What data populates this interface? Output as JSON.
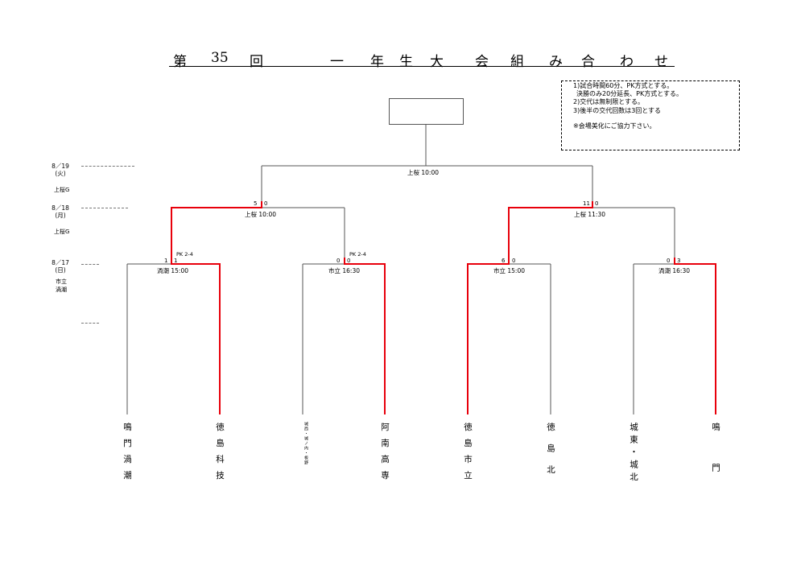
{
  "title": {
    "chars": [
      "第",
      "35",
      "回",
      "一",
      "年",
      "生",
      "大",
      "会",
      "組",
      "み",
      "合",
      "わ",
      "せ"
    ]
  },
  "notes": {
    "line1": "1)試合時間60分、PK方式とする。",
    "line2": "決勝のみ20分延長、PK方式とする。",
    "line3": "2)交代は無制限とする。",
    "line4": "3)後半の交代回数は3回とする",
    "line5": "※会場美化にご協力下さい。"
  },
  "schedule": {
    "day3": {
      "date": "8／19",
      "weekday": "(火)",
      "venue": "上桜G"
    },
    "day2": {
      "date": "8／18",
      "weekday": "(月)",
      "venue": "上桜G"
    },
    "day1": {
      "date": "8／17",
      "weekday": "(日)",
      "venue1": "市立",
      "venue2": "渦潮"
    }
  },
  "final": {
    "label": "上桜 10:00"
  },
  "semifinals": [
    {
      "label": "上桜 10:00",
      "score_left": "5",
      "score_right": "0"
    },
    {
      "label": "上桜 11:30",
      "score_left": "11",
      "score_right": "0"
    }
  ],
  "quarterfinals": [
    {
      "label": "渦潮 15:00",
      "score_left": "1",
      "score_right": "1",
      "pk": "PK 2-4"
    },
    {
      "label": "市立 16:30",
      "score_left": "0",
      "score_right": "0",
      "pk": "PK 2-4"
    },
    {
      "label": "市立 15:00",
      "score_left": "6",
      "score_right": "0",
      "pk": ""
    },
    {
      "label": "渦潮 16:30",
      "score_left": "0",
      "score_right": "3",
      "pk": ""
    }
  ],
  "teams": [
    {
      "name": "鳴門渦潮",
      "winner": false
    },
    {
      "name": "徳島科技",
      "winner": true
    },
    {
      "name": "城西・城ノ内・板野",
      "winner": false
    },
    {
      "name": "阿南高専",
      "winner": true
    },
    {
      "name": "徳島市立",
      "winner": true
    },
    {
      "name": "徳島北",
      "winner": false
    },
    {
      "name": "城東・城北",
      "winner": false
    },
    {
      "name": "鳴門",
      "winner": true
    }
  ],
  "colors": {
    "winner_line": "#e8000b",
    "line": "#555555"
  }
}
